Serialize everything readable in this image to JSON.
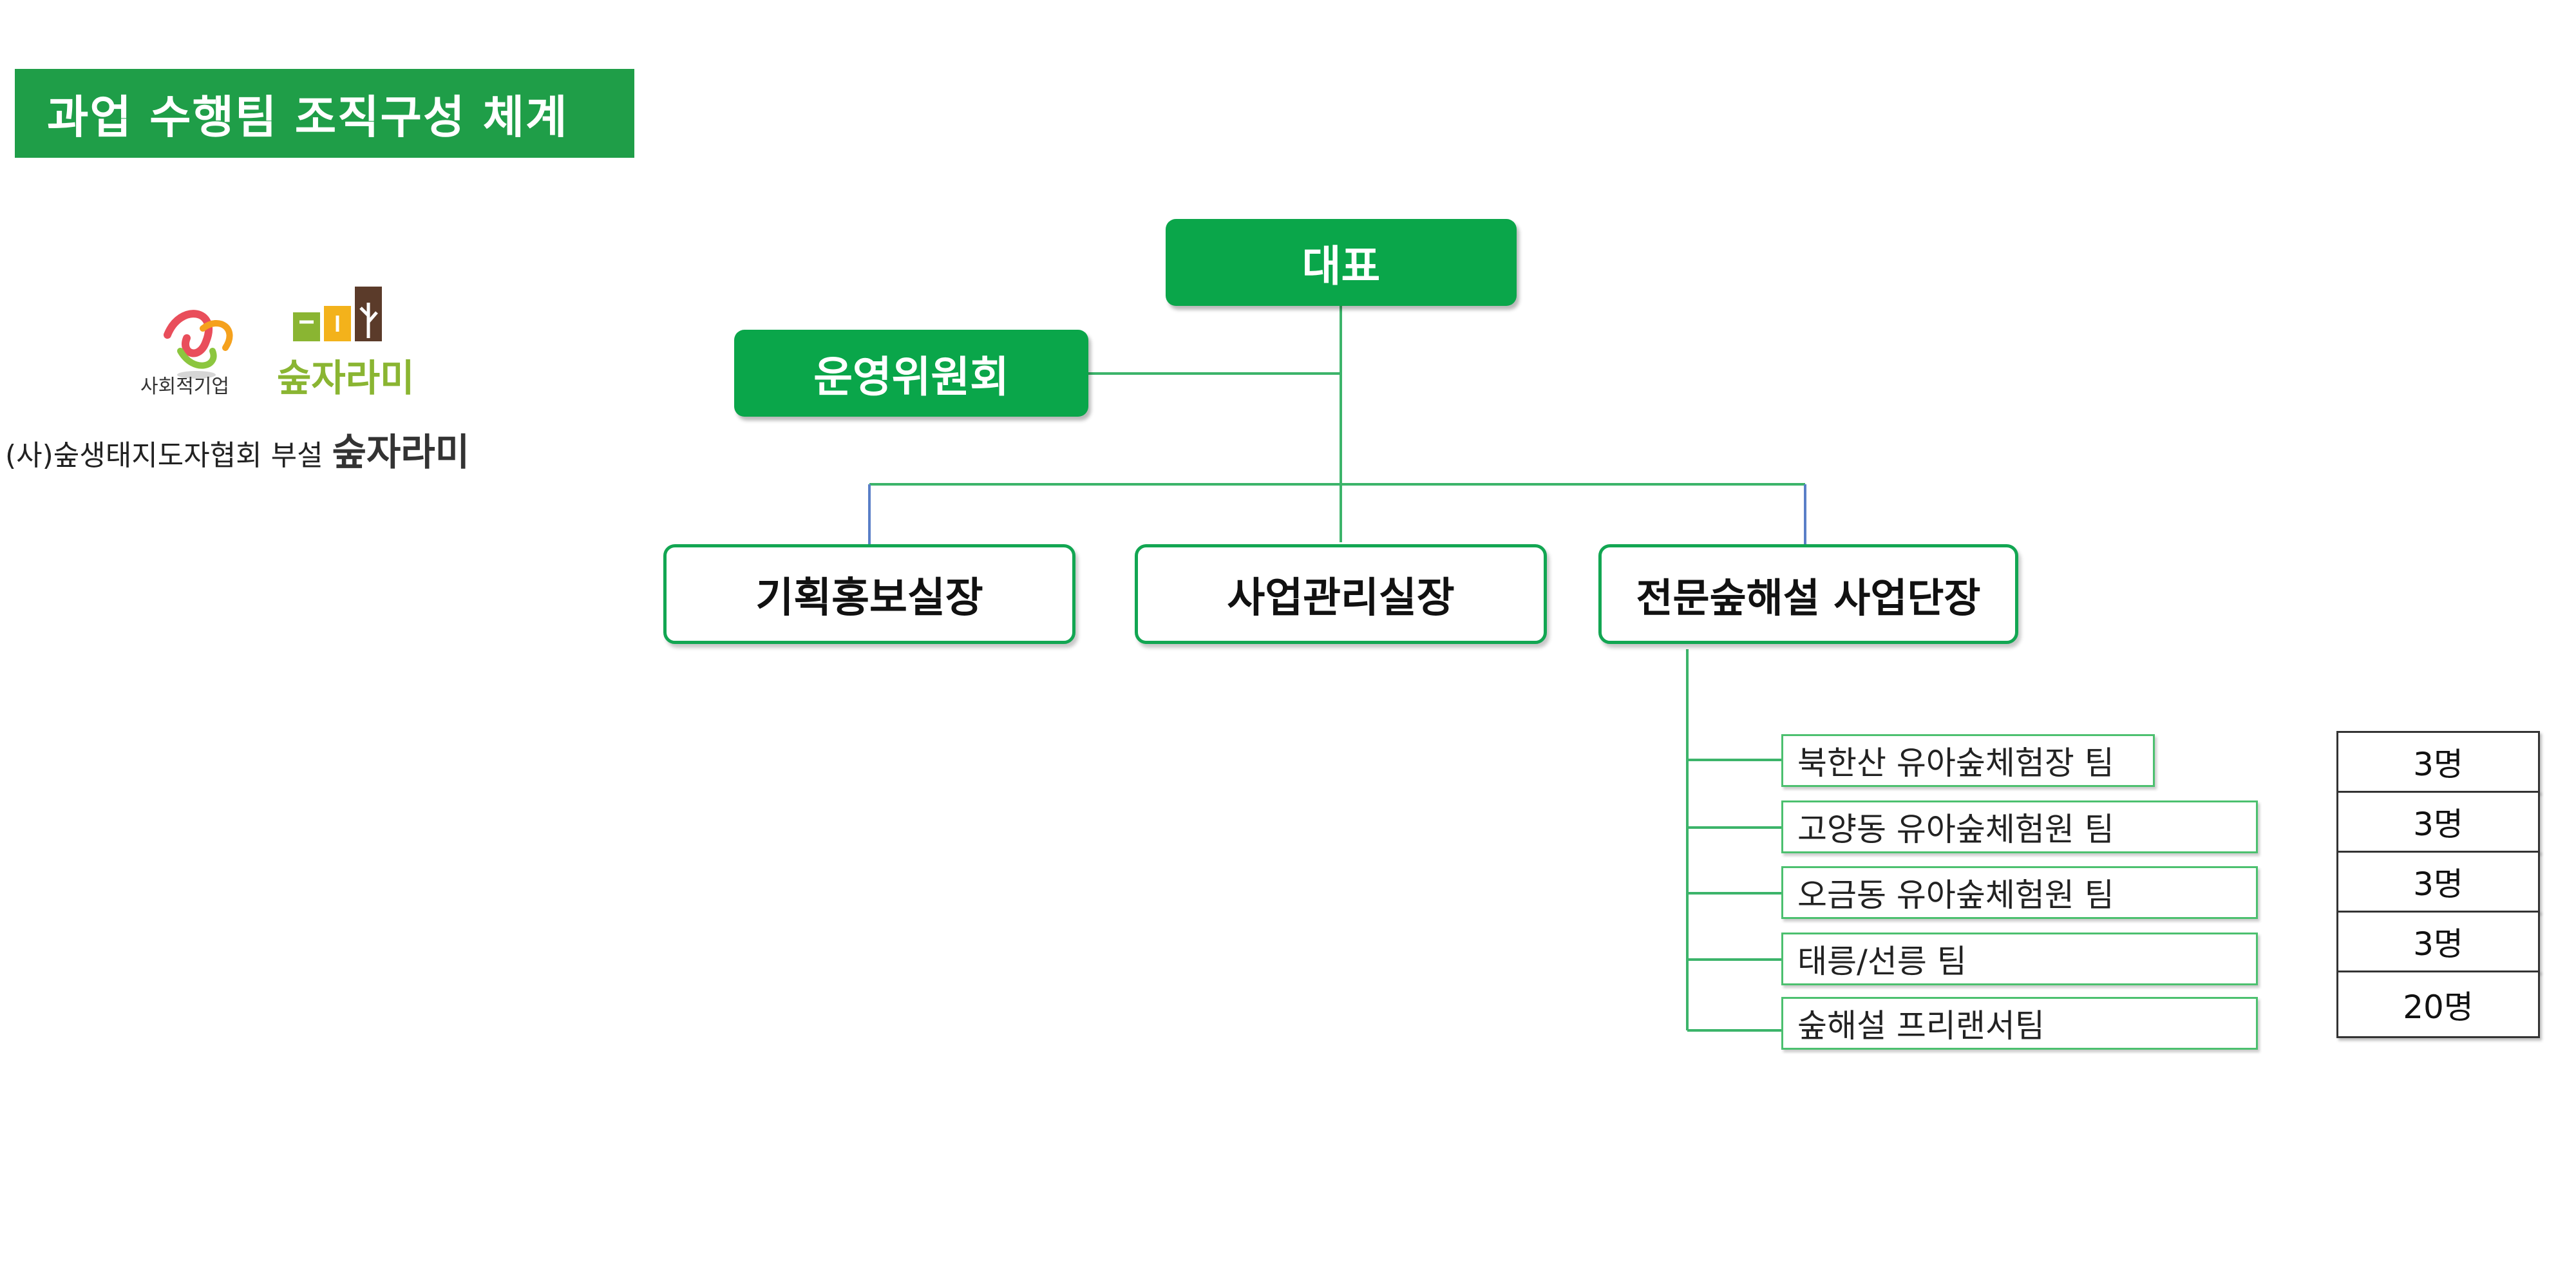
{
  "title": "과업 수행팀 조직구성 체계",
  "logo": {
    "social_enterprise_label": "사회적기업",
    "brand_name": "숲자라미",
    "org_prefix": "(사)숲생태지도자협회 부설",
    "org_brand": "숲자라미"
  },
  "colors": {
    "title_bg": "#1f9e48",
    "node_green": "#0aa64a",
    "node_border": "#12a652",
    "connector": "#3cb46a",
    "blue_connector": "#5a7fc7"
  },
  "nodes": {
    "ceo": "대표",
    "committee": "운영위원회",
    "planning": "기획홍보실장",
    "management": "사업관리실장",
    "forest_director": "전문숲해설 사업단장"
  },
  "teams": [
    {
      "name": "북한산 유아숲체험장 팀",
      "count": "3명"
    },
    {
      "name": "고양동 유아숲체험원 팀",
      "count": "3명"
    },
    {
      "name": "오금동 유아숲체험원 팀",
      "count": "3명"
    },
    {
      "name": "태릉/선릉 팀",
      "count": "3명"
    },
    {
      "name": "숲해설 프리랜서팀",
      "count": "20명"
    }
  ]
}
